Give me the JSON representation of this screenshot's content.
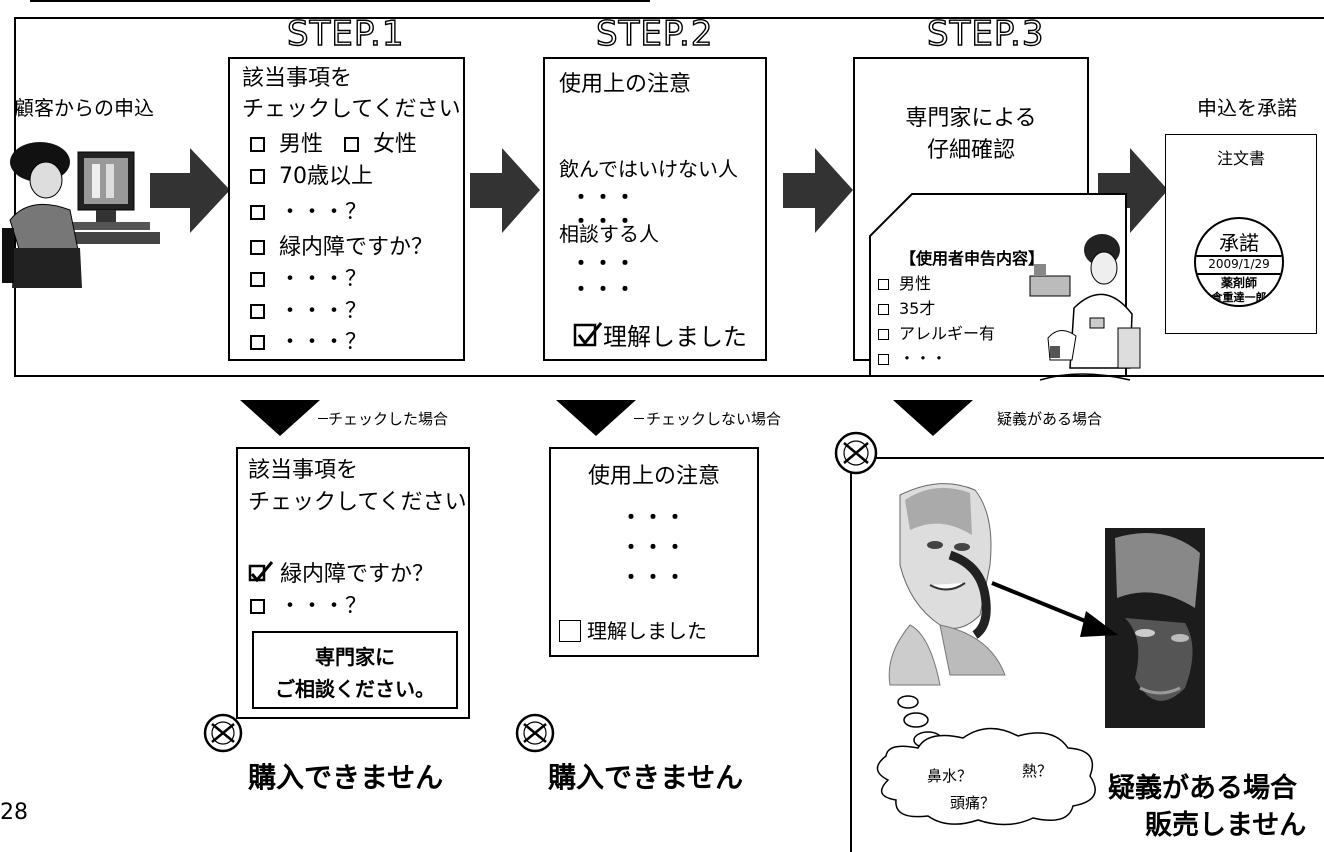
{
  "header": {
    "step1": "STEP.1",
    "step2": "STEP.2",
    "step3": "STEP.3"
  },
  "customer": {
    "label": "顧客からの申込"
  },
  "step1_box": {
    "title_line1": "該当事項を",
    "title_line2": "チェックしてください",
    "male": "男性",
    "female": "女性",
    "items": [
      "70歳以上",
      "・・・？",
      "緑内障ですか？",
      "・・・？",
      "・・・？",
      "・・・？"
    ]
  },
  "step2_box": {
    "title": "使用上の注意",
    "not_drink": "飲んではいけない人",
    "dots": "・・・",
    "consult": "相談する人",
    "understood": "理解しました"
  },
  "step3_box": {
    "title_line1": "専門家による",
    "title_line2": "仔細確認",
    "declaration_title": "【使用者申告内容】",
    "declaration_items": [
      "男性",
      "35才",
      "アレルギー有",
      "・・・"
    ]
  },
  "approval": {
    "label": "申込を承諾",
    "order_doc": "注文書",
    "stamp_title": "承諾",
    "stamp_date": "2009/1/29",
    "stamp_role": "薬剤師",
    "stamp_name": "倉重達一郎"
  },
  "branch1": {
    "caption": "チェックした場合",
    "title_line1": "該当事項を",
    "title_line2": "チェックしてください",
    "checked_item": "緑内障ですか？",
    "other_item": "・・・？",
    "consult_line1": "専門家に",
    "consult_line2": "ご相談ください。",
    "result": "購入できません"
  },
  "branch2": {
    "caption": "チェックしない場合",
    "title": "使用上の注意",
    "dots": "・・・",
    "understood": "理解しました",
    "result": "購入できません"
  },
  "branch3": {
    "caption": "疑義がある場合",
    "cloud_items": [
      "鼻水？",
      "熱？",
      "頭痛？"
    ],
    "result_line1": "疑義がある場合",
    "result_line2": "販売しません"
  },
  "page_number": "28"
}
